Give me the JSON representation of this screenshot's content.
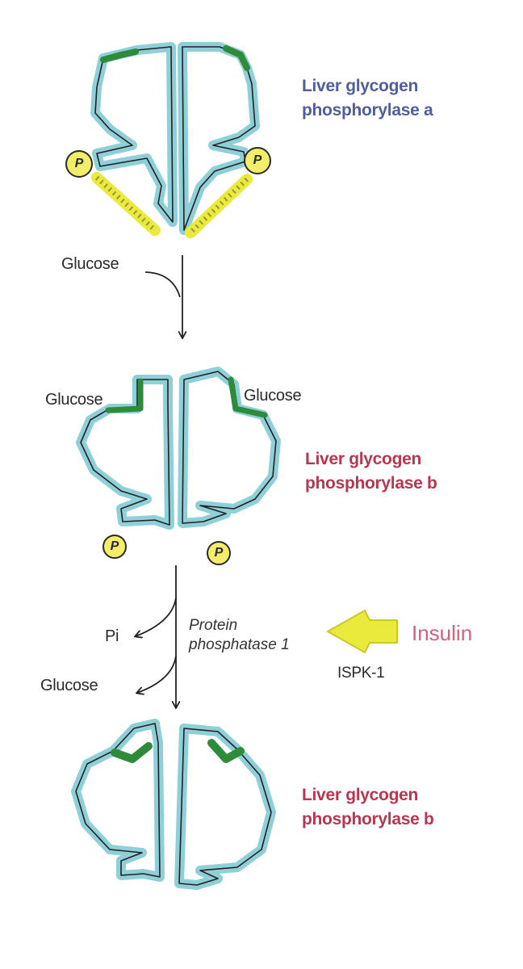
{
  "colors": {
    "outline": "#222222",
    "enzyme_fill": "#8fcfd8",
    "binding_site": "#2e8b3a",
    "phosphate": "#f2ee6a",
    "arrow_yellow": "#eaea3c",
    "title_a": "#4f5f9b",
    "title_b": "#b8364f",
    "insulin": "#d4607c"
  },
  "states": {
    "a": {
      "line1": "Liver glycogen",
      "line2": "phosphorylase a"
    },
    "b1": {
      "line1": "Liver glycogen",
      "line2": "phosphorylase b"
    },
    "b2": {
      "line1": "Liver glycogen",
      "line2": "phosphorylase b"
    }
  },
  "phosphate_label": "P",
  "step1": {
    "input": "Glucose"
  },
  "bound": {
    "left": "Glucose",
    "right": "Glucose"
  },
  "step2": {
    "product1": "Pi",
    "product2": "Glucose",
    "enzyme_line1": "Protein",
    "enzyme_line2": "phosphatase 1",
    "activator": "ISPK-1",
    "signal": "Insulin"
  }
}
